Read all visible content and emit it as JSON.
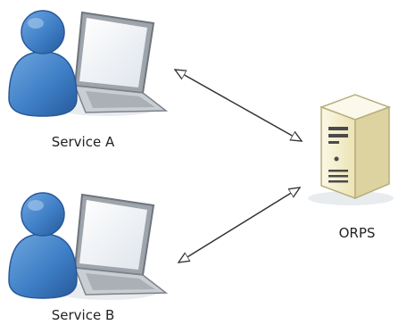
{
  "nodes": {
    "service_a": {
      "label": "Service A"
    },
    "service_b": {
      "label": "Service B"
    },
    "orps": {
      "label": "ORPS"
    }
  },
  "colors": {
    "person_blue": "#3f7fc6",
    "person_blue_dark": "#27599a",
    "laptop_gray": "#8a8f96",
    "screen_white": "#f4f6f8",
    "server_body": "#f4efcf",
    "server_shade": "#d8cf9c",
    "arrow": "#333333",
    "label_text": "#222222"
  },
  "icons": {
    "service_a": [
      "user-icon",
      "laptop-icon"
    ],
    "service_b": [
      "user-icon",
      "laptop-icon"
    ],
    "orps": "server-icon"
  }
}
